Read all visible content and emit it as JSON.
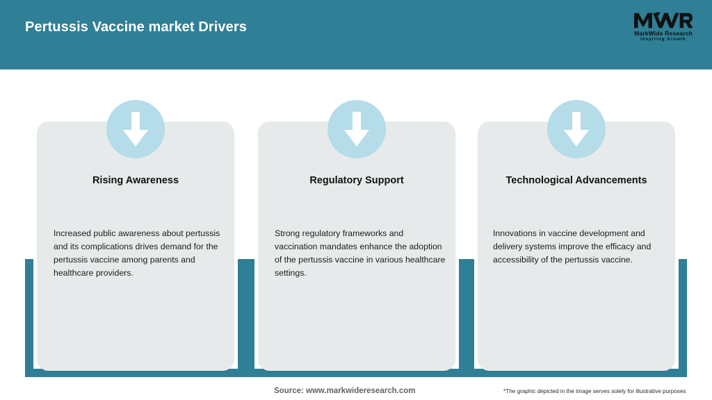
{
  "header": {
    "title": "Pertussis Vaccine market Drivers",
    "band_color": "#2F7F96",
    "title_color": "#FFFFFF"
  },
  "logo": {
    "mark": "MWR",
    "name": "MarkWide Research",
    "tagline": "Inspiring Growth"
  },
  "theme": {
    "accent_teal": "#2F7F96",
    "card_bg": "#E7EAEB",
    "icon_circle": "#B4DCE9",
    "icon_arrow": "#FFFFFF",
    "body_text": "#1B1B1B",
    "footer_text": "#636363"
  },
  "cards": [
    {
      "icon": "arrow-down-icon",
      "title": "Rising Awareness",
      "body": "Increased public awareness about pertussis and its complications drives demand for the pertussis vaccine among parents and healthcare providers."
    },
    {
      "icon": "arrow-down-icon",
      "title": "Regulatory Support",
      "body": "Strong regulatory frameworks and vaccination mandates enhance the adoption of the pertussis vaccine in various healthcare settings."
    },
    {
      "icon": "arrow-down-icon",
      "title": "Technological Advancements",
      "body": "Innovations in vaccine development and delivery systems improve the efficacy and accessibility of the pertussis vaccine."
    }
  ],
  "footer": {
    "source": "Source: www.markwideresearch.com",
    "disclaimer": "*The graphic depicted in the image serves solely for illustrative purposes"
  }
}
